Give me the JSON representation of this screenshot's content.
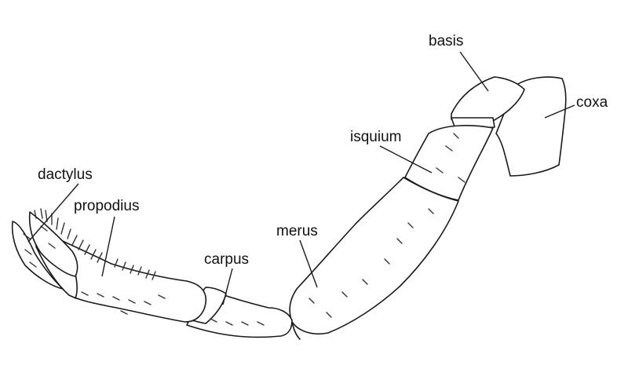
{
  "labels": {
    "basis": "basis",
    "coxa": "coxa",
    "isquium": "isquium",
    "dactylus": "dactylus",
    "propodius": "propodius",
    "merus": "merus",
    "carpus": "carpus"
  }
}
